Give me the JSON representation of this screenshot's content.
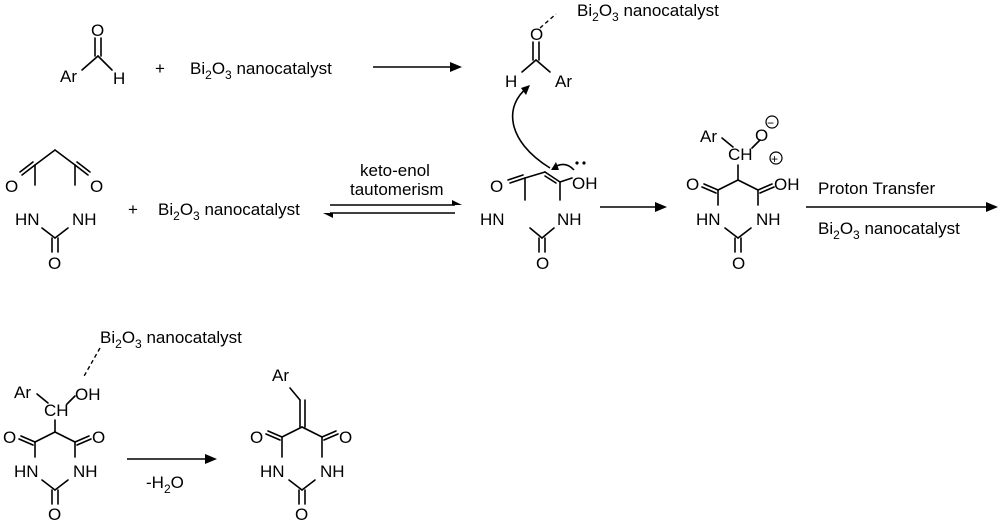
{
  "atoms": {
    "ar": "Ar",
    "h": "H",
    "o": "O",
    "oh": "OH",
    "nh": "NH",
    "hn": "HN",
    "ch": "CH",
    "plus": "+",
    "minus": "−"
  },
  "reagents": {
    "bi2o3_base": "Bi",
    "bi2o3_sub1": "2",
    "bi2o3_mid": "O",
    "bi2o3_sub2": "3",
    "bi2o3_tail": " nanocatalyst"
  },
  "arrow_labels": {
    "keto_enol_line1": "keto-enol",
    "keto_enol_line2": "tautomerism",
    "proton_transfer": "Proton Transfer",
    "water_loss_prefix": "-H",
    "water_loss_sub": "2",
    "water_loss_suffix": "O"
  },
  "operators": {
    "plus": "+"
  }
}
